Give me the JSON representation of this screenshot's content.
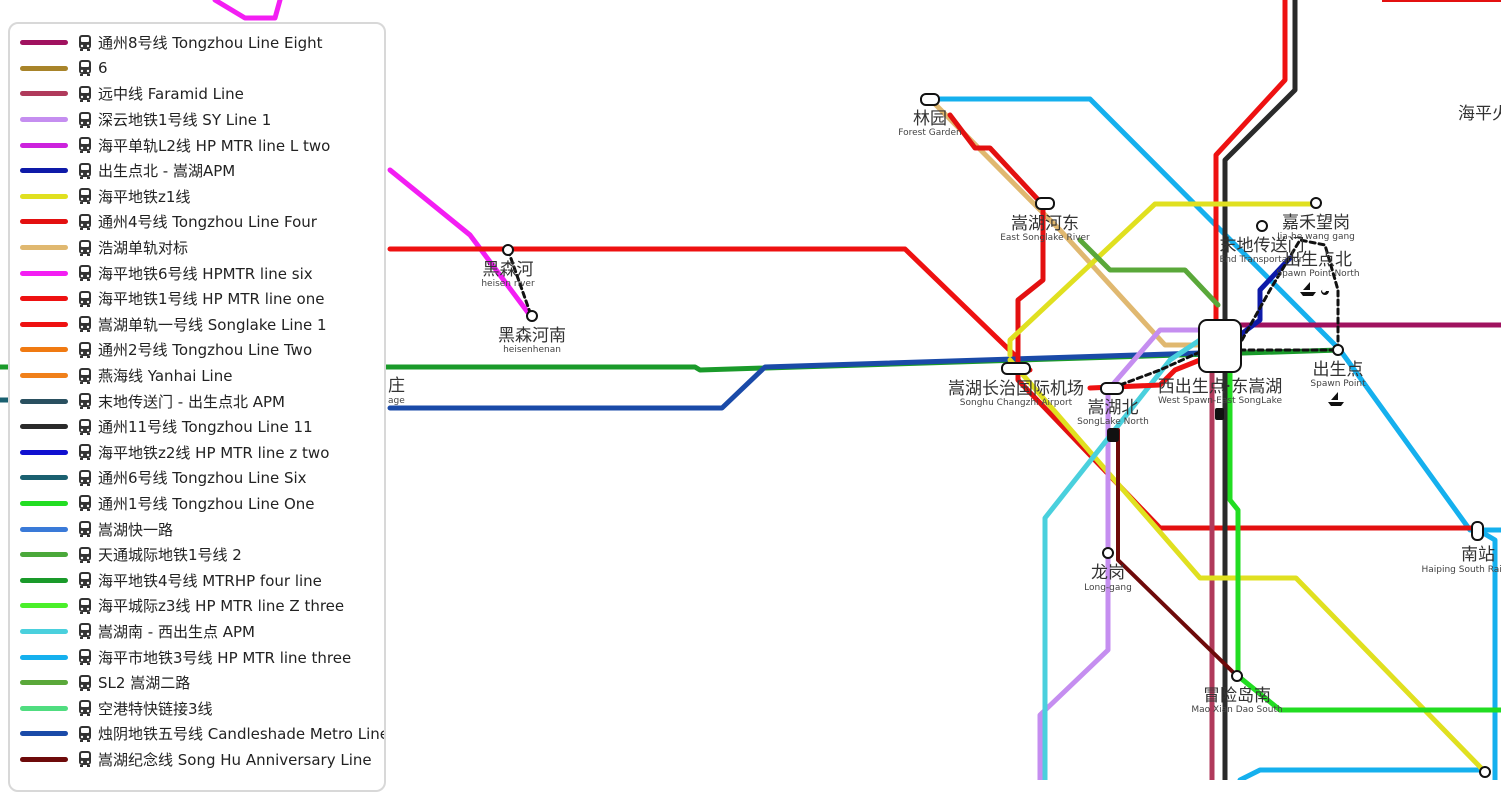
{
  "legend": {
    "items": [
      {
        "label": "通州8号线 Tongzhou Line Eight",
        "color": "#a0125f"
      },
      {
        "label": "6",
        "color": "#a8842a"
      },
      {
        "label": "远中线 Faramid Line",
        "color": "#b03a5b"
      },
      {
        "label": "深云地铁1号线 SY Line 1",
        "color": "#c58ef0"
      },
      {
        "label": "海平单轨L2线 HP MTR line L two",
        "color": "#cc22dd"
      },
      {
        "label": "出生点北 - 嵩湖APM",
        "color": "#0e1aa8"
      },
      {
        "label": "海平地铁z1线",
        "color": "#e0e020"
      },
      {
        "label": "通州4号线 Tongzhou Line Four",
        "color": "#e31010"
      },
      {
        "label": "浩湖单轨对标",
        "color": "#e0b870"
      },
      {
        "label": "海平地铁6号线 HPMTR line six",
        "color": "#f31ef3"
      },
      {
        "label": "海平地铁1号线 HP MTR line one",
        "color": "#ee1111"
      },
      {
        "label": "嵩湖单轨一号线 Songlake Line 1",
        "color": "#ee1111"
      },
      {
        "label": "通州2号线 Tongzhou Line Two",
        "color": "#f07a12"
      },
      {
        "label": "燕海线 Yanhai Line",
        "color": "#f0801a"
      },
      {
        "label": "末地传送门 - 出生点北 APM",
        "color": "#2a5060"
      },
      {
        "label": "通州11号线 Tongzhou Line 11",
        "color": "#2a2a2a"
      },
      {
        "label": "海平地铁z2线 HP MTR line z two",
        "color": "#1010d0"
      },
      {
        "label": "通州6号线 Tongzhou Line Six",
        "color": "#1a6070"
      },
      {
        "label": "通州1号线 Tongzhou Line One",
        "color": "#22dd22"
      },
      {
        "label": "嵩湖快一路",
        "color": "#3a7ad8"
      },
      {
        "label": "天通城际地铁1号线 2",
        "color": "#4aa83a"
      },
      {
        "label": "海平地铁4号线 MTRHP four line",
        "color": "#1a9a2a"
      },
      {
        "label": "海平城际z3线 HP MTR line Z three",
        "color": "#4aef2a"
      },
      {
        "label": "嵩湖南 - 西出生点 APM",
        "color": "#4ad0dd"
      },
      {
        "label": "海平市地铁3号线 HP MTR line three",
        "color": "#15b0ee"
      },
      {
        "label": "SL2 嵩湖二路",
        "color": "#5aa83a"
      },
      {
        "label": "空港特快链接3线",
        "color": "#50dd80"
      },
      {
        "label": "烛阴地铁五号线 Candleshade Metro Line",
        "color": "#1a4aa8"
      },
      {
        "label": "嵩湖纪念线 Song Hu Anniversary Line",
        "color": "#6e0a0a"
      }
    ]
  },
  "stations": {
    "forest_garden": {
      "cn": "林园",
      "en": "Forest Garden"
    },
    "east_songlake_river": {
      "cn": "嵩湖河东",
      "en": "East Songlake River"
    },
    "heisen_river": {
      "cn": "黑森河",
      "en": "heisen river"
    },
    "heisenhenan": {
      "cn": "黑森河南",
      "en": "heisenhenan"
    },
    "airport": {
      "cn": "嵩湖长治国际机场",
      "en": "Songhu Changzhi Airport"
    },
    "songlake_north": {
      "cn": "嵩湖北",
      "en": "SongLake North"
    },
    "west_spawn_east_songlake": {
      "cn": "西出生点·东嵩湖",
      "en": "West Spawn-East SongLake"
    },
    "jiahe_wanggang": {
      "cn": "嘉禾望岗",
      "en": "Jia-he wang gang"
    },
    "end_transportation": {
      "cn": "末地传送门",
      "en": "End Transportation"
    },
    "spawn_point_north": {
      "cn": "出生点北",
      "en": "Spawn Point North"
    },
    "spawn_point": {
      "cn": "出生点",
      "en": "Spawn Point"
    },
    "south_station": {
      "cn": "南站",
      "en": "Haiping South Railway"
    },
    "longgang": {
      "cn": "龙岗",
      "en": "Long-gang"
    },
    "mao_xian_dao_south": {
      "cn": "冒险岛南",
      "en": "Mao Xian Dao South"
    },
    "partial_left_cn": "庄",
    "partial_left_en": "age",
    "partial_right": "海平火"
  }
}
